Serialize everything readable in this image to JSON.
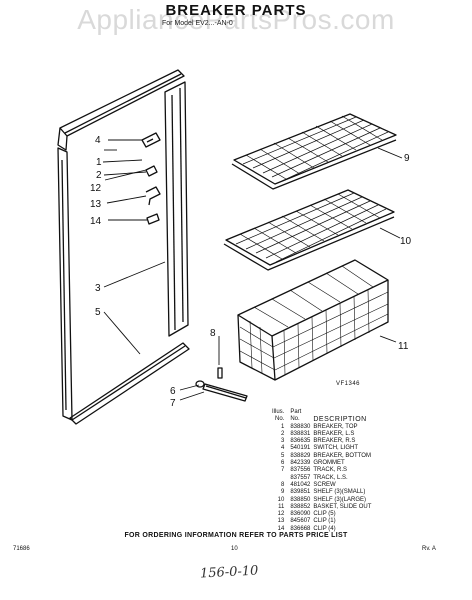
{
  "watermark": "AppliancePartsPros.com",
  "title": "BREAKER PARTS",
  "subtitle": "For Model EV2...-AN-0",
  "callouts": [
    "4",
    "1",
    "2",
    "12",
    "13",
    "14",
    "3",
    "5",
    "9",
    "10",
    "11",
    "8",
    "6",
    "7"
  ],
  "figure_code": "VF1346",
  "parts_table": {
    "headers": {
      "illus": "Illus.",
      "no_left": "No.",
      "part": "Part",
      "no_right": "No.",
      "description": "DESCRIPTION"
    },
    "rows": [
      {
        "illus": "1",
        "part": "838830",
        "description": "BREAKER, TOP"
      },
      {
        "illus": "2",
        "part": "838831",
        "description": "BREAKER, L.S"
      },
      {
        "illus": "3",
        "part": "836635",
        "description": "BREAKER, R.S"
      },
      {
        "illus": "4",
        "part": "540191",
        "description": "SWITCH, LIGHT"
      },
      {
        "illus": "5",
        "part": "838829",
        "description": "BREAKER, BOTTOM"
      },
      {
        "illus": "6",
        "part": "842339",
        "description": "GROMMET"
      },
      {
        "illus": "7",
        "part": "837556",
        "description": "TRACK, R.S"
      },
      {
        "illus": "",
        "part": "837557",
        "description": "TRACK, L.S."
      },
      {
        "illus": "8",
        "part": "481042",
        "description": "SCREW"
      },
      {
        "illus": "9",
        "part": "839851",
        "description": "SHELF (3)(SMALL)"
      },
      {
        "illus": "10",
        "part": "838850",
        "description": "SHELF (3)(LARGE)"
      },
      {
        "illus": "11",
        "part": "838852",
        "description": "BASKET, SLIDE OUT"
      },
      {
        "illus": "12",
        "part": "836090",
        "description": "CLIP (5)"
      },
      {
        "illus": "13",
        "part": "845607",
        "description": "CLIP (1)"
      },
      {
        "illus": "14",
        "part": "836668",
        "description": "CLIP (4)"
      }
    ]
  },
  "order_note": "FOR ORDERING INFORMATION REFER TO PARTS PRICE LIST",
  "footer": {
    "left": "71686",
    "page": "10",
    "right": "Rv. A"
  },
  "handwritten": "156-0-10"
}
